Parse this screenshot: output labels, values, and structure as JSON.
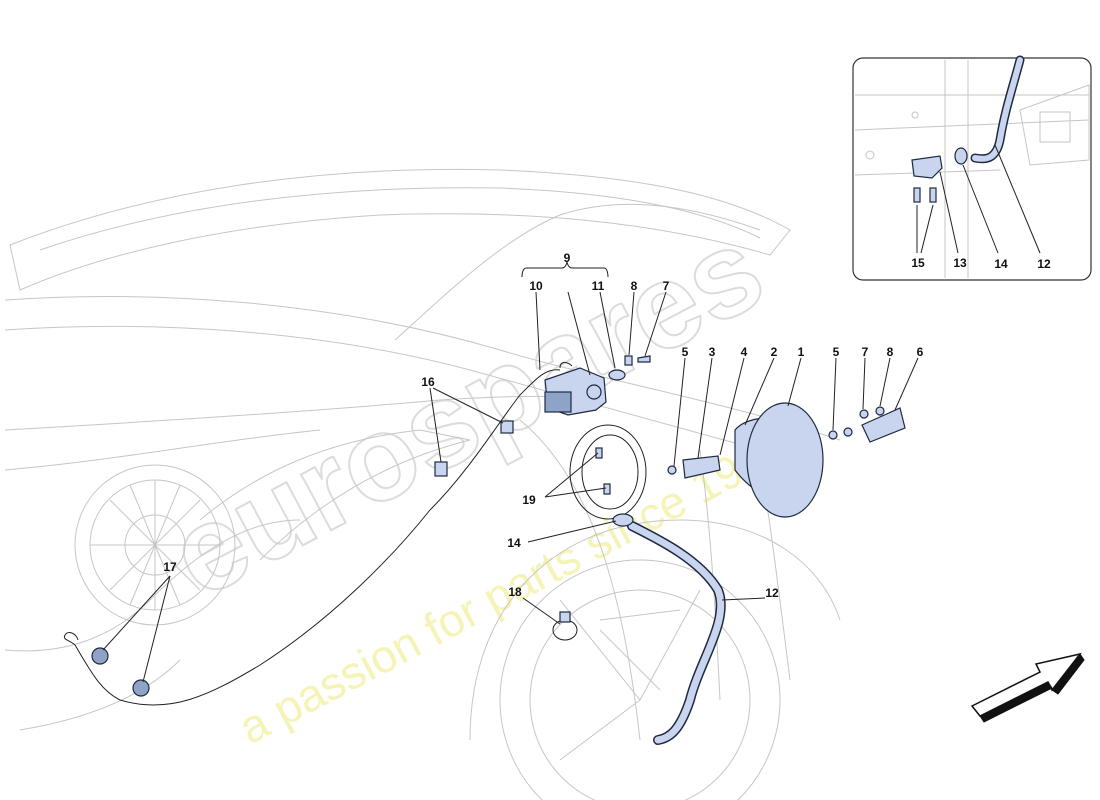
{
  "watermark": {
    "brand": "eurospares",
    "tagline": "a passion for parts since 1985"
  },
  "callouts": {
    "c9": "9",
    "c10": "10",
    "c11": "11",
    "c8a": "8",
    "c7a": "7",
    "c5a": "5",
    "c3": "3",
    "c4": "4",
    "c2": "2",
    "c1": "1",
    "c5b": "5",
    "c7b": "7",
    "c8b": "8",
    "c6": "6",
    "c16": "16",
    "c19": "19",
    "c14a": "14",
    "c17": "17",
    "c18": "18",
    "c12a": "12",
    "c15": "15",
    "c13": "13",
    "c14b": "14",
    "c12b": "12"
  },
  "colors": {
    "part_fill": "#c9d5ee",
    "part_stroke": "#1d2a40",
    "car_outline": "#c6c6c6",
    "watermark_tagline": "#f3f0a0"
  },
  "icons": {
    "direction": "arrow-up-right-icon"
  }
}
